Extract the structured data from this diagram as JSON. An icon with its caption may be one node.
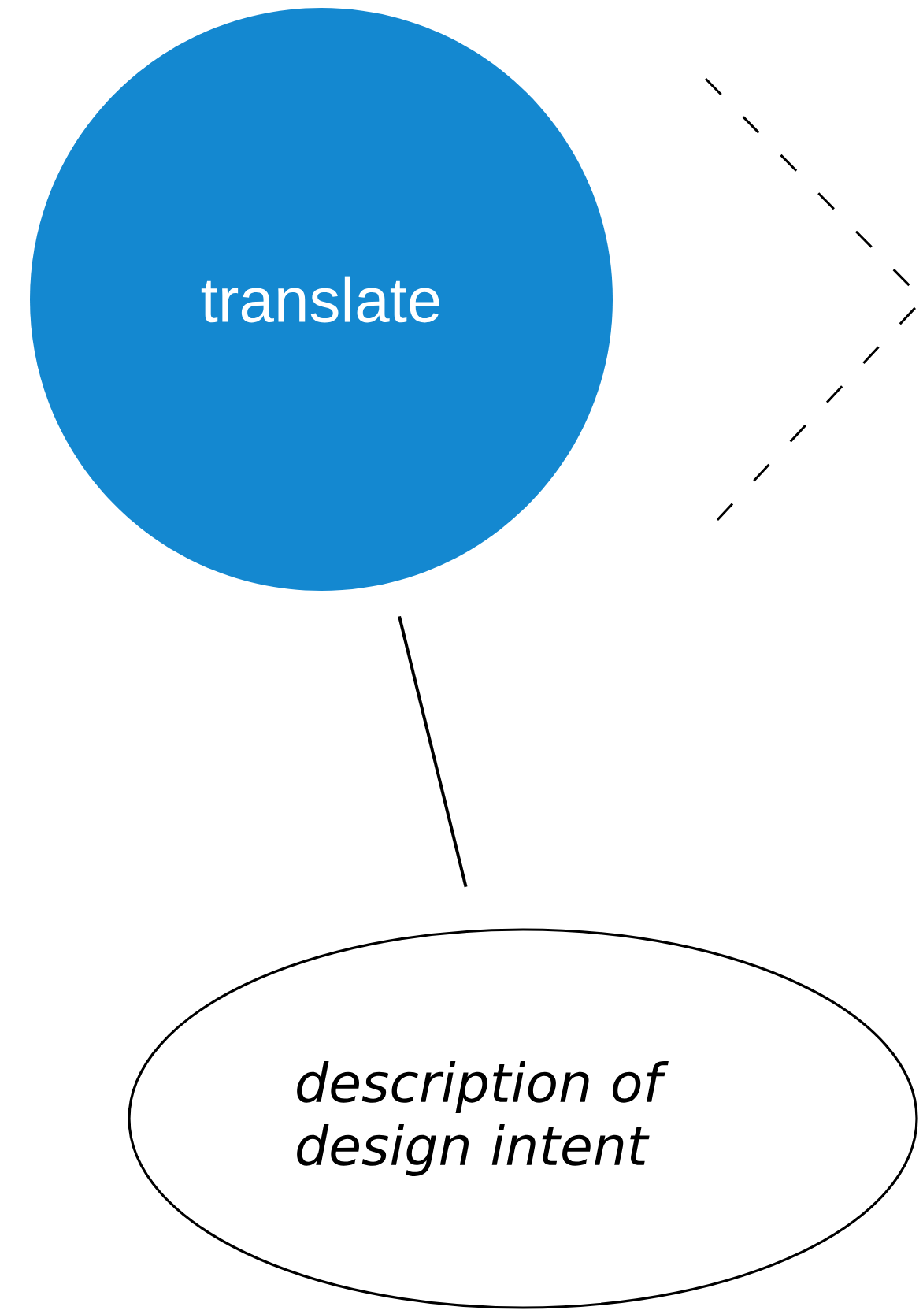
{
  "diagram": {
    "nodes": [
      {
        "text": [
          "translate"
        ]
      },
      {
        "text": [
          "description of design intent"
        ]
      }
    ],
    "edges": [
      {
        "from": 1,
        "to": 0,
        "arrow": "none"
      }
    ]
  }
}
